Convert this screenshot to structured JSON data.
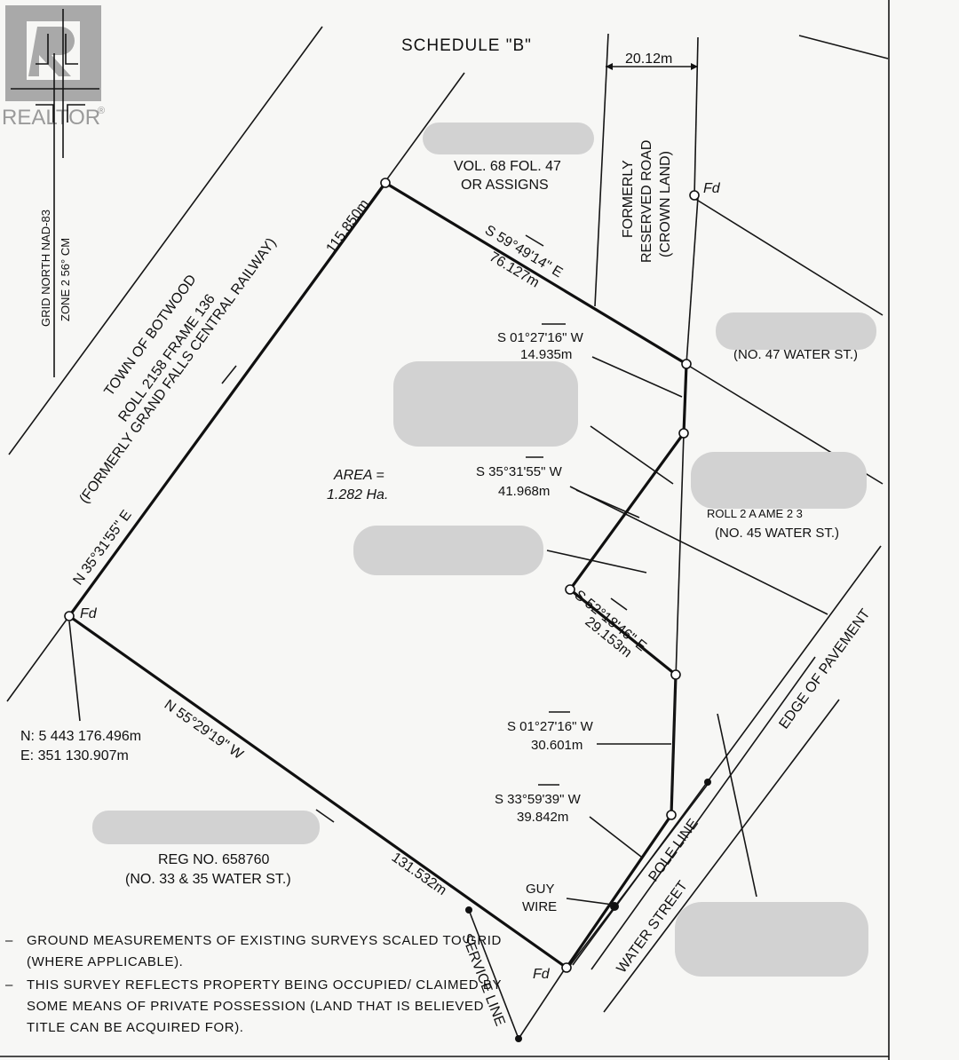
{
  "logo": {
    "text": "REALTOR",
    "mark": "®"
  },
  "grid_north": {
    "line1": "GRID NORTH NAD-83",
    "line2": "ZONE 2 56° CM"
  },
  "schedule_title": "SCHEDULE \"B\"",
  "road_width": "20.12m",
  "labels": {
    "vol": "VOL. 68 FOL. 47",
    "or_assigns": "OR ASSIGNS",
    "reserved_1": "FORMERLY",
    "reserved_2": "RESERVED ROAD",
    "reserved_3": "(CROWN LAND)",
    "fd": "Fd",
    "town_1": "TOWN OF BOTWOOD",
    "town_2": "ROLL 2158 FRAME 136",
    "town_3": "(FORMERLY GRAND FALLS CENTRAL RAILWAY)",
    "no47": "(NO. 47 WATER ST.)",
    "no45": "(NO. 45 WATER ST.)",
    "area_1": "AREA =",
    "area_2": "1.282 Ha.",
    "reg_no": "REG NO. 658760",
    "no33": "(NO. 33 & 35 WATER ST.)",
    "guy_1": "GUY",
    "guy_2": "WIRE",
    "pole_line": "POLE LINE",
    "water_street": "WATER STREET",
    "edge_pavement": "EDGE OF PAVEMENT",
    "service_line": "SERVICE LINE",
    "coord_n": "N: 5 443 176.496m",
    "coord_e": "E: 351 130.907m",
    "partial_roll": "ROLL 2  A  AME 2  3",
    "partial_mid": "..."
  },
  "bearings": {
    "b1": "115.850m",
    "b2_bearing": "S 59°49'14\" E",
    "b2_dist": "76.127m",
    "b3_bearing": "S 01°27'16\" W",
    "b3_dist": "14.935m",
    "b4_bearing": "S 35°31'55\" W",
    "b4_dist": "41.968m",
    "b5_bearing": "S 52°18'46\" E",
    "b5_dist": "29.153m",
    "b6_bearing": "S 01°27'16\" W",
    "b6_dist": "30.601m",
    "b7_bearing": "S 33°59'39\" W",
    "b7_dist": "39.842m",
    "b8_bearing": "N 35°31'55\" E",
    "b9_bearing": "N 55°29'19\" W",
    "b9_dist": "131.532m"
  },
  "notes": [
    "GROUND MEASUREMENTS OF EXISTING SURVEYS SCALED TO GRID (WHERE APPLICABLE).",
    "THIS SURVEY REFLECTS PROPERTY BEING OCCUPIED/ CLAIMED BY SOME MEANS OF PRIVATE POSSESSION (LAND THAT IS BELIEVED TITLE CAN BE ACQUIRED FOR)."
  ],
  "colors": {
    "ink": "#111111",
    "paper": "#f7f7f5",
    "redaction": "#d2d2d2",
    "logo": "#9a9a9a"
  }
}
